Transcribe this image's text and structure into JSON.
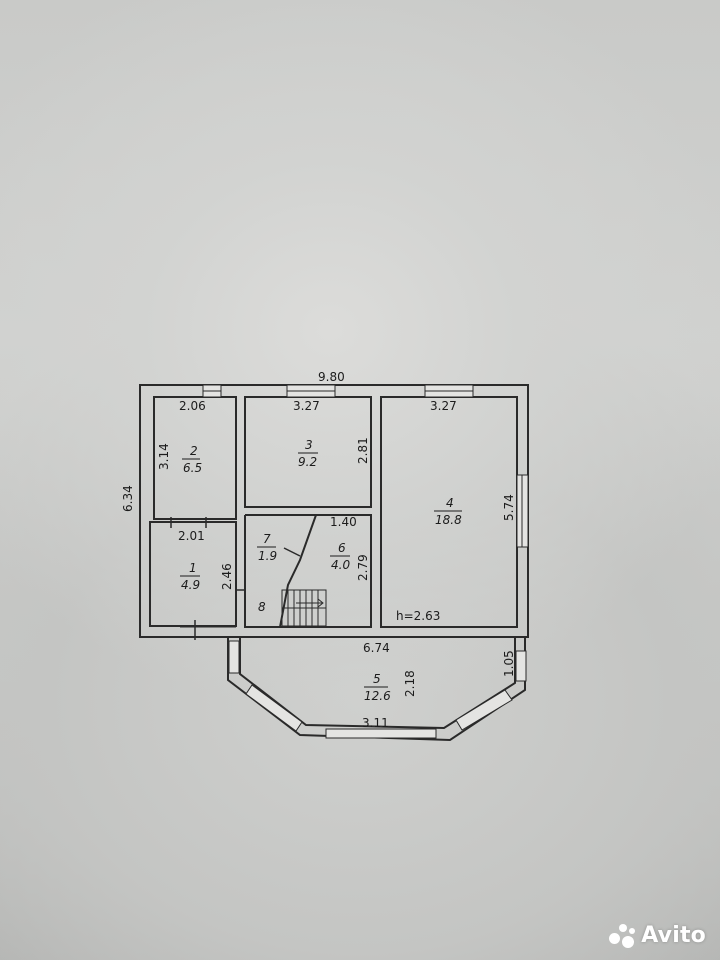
{
  "plan": {
    "dimensions": {
      "overall_width": "9.80",
      "overall_depth": "6.34",
      "room2_width": "2.06",
      "room2_depth": "3.14",
      "room3_width": "3.27",
      "room3_depth": "2.81",
      "room4_width": "3.27",
      "room4_depth": "5.74",
      "room1_width": "2.01",
      "room1_depth": "2.46",
      "room6_width": "1.40",
      "room6_depth": "2.79",
      "corridor_length": "6.74",
      "bay_side": "1.05",
      "bay_depth": "2.18",
      "bay_width": "3.11",
      "ceiling_height": "h=2.63"
    },
    "rooms": [
      {
        "number": "1",
        "area": "4.9"
      },
      {
        "number": "2",
        "area": "6.5"
      },
      {
        "number": "3",
        "area": "9.2"
      },
      {
        "number": "4",
        "area": "18.8"
      },
      {
        "number": "5",
        "area": "12.6"
      },
      {
        "number": "6",
        "area": "4.0"
      },
      {
        "number": "7",
        "area": "1.9"
      },
      {
        "number": "8",
        "area": ""
      }
    ]
  },
  "watermark": {
    "brand": "Avito"
  }
}
